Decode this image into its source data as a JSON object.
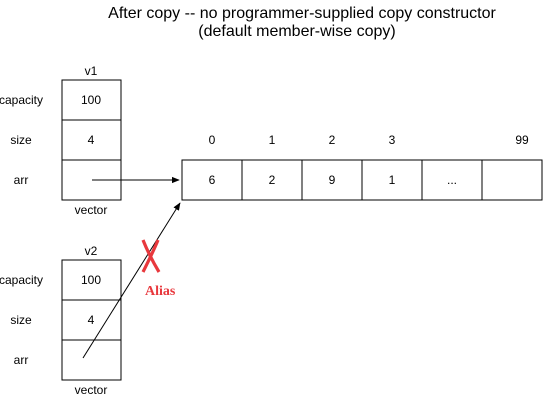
{
  "title": {
    "line1": "After copy -- no programmer-supplied copy constructor",
    "line2": "(default member-wise copy)"
  },
  "v1": {
    "name": "v1",
    "type_label": "vector",
    "fields": [
      {
        "label": "capacity",
        "value": "100"
      },
      {
        "label": "size",
        "value": "4"
      },
      {
        "label": "arr",
        "value": ""
      }
    ]
  },
  "v2": {
    "name": "v2",
    "type_label": "vector",
    "fields": [
      {
        "label": "capacity",
        "value": "100"
      },
      {
        "label": "size",
        "value": "4"
      },
      {
        "label": "arr",
        "value": ""
      }
    ]
  },
  "array": {
    "cells": [
      {
        "index": "0",
        "value": "6"
      },
      {
        "index": "1",
        "value": "2"
      },
      {
        "index": "2",
        "value": "9"
      },
      {
        "index": "3",
        "value": "1"
      },
      {
        "index": "",
        "value": "..."
      },
      {
        "index": "99",
        "value": ""
      }
    ]
  },
  "alias": {
    "text": "Alias",
    "color": "#e8383d",
    "mark_icon": "x-mark-icon"
  }
}
